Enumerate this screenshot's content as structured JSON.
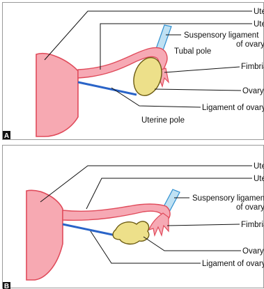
{
  "colors": {
    "uterus_fill": "#f7a9b2",
    "uterus_stroke": "#e04a5a",
    "tube_fill": "#f6a9b4",
    "ovary_fill": "#ede08a",
    "ovary_stroke": "#6b5a12",
    "ligament": "#2a64c8",
    "suspensory_fill": "#bfe1f3",
    "suspensory_stroke": "#2f8fd0",
    "line": "#111111",
    "marker_bg": "#111111",
    "marker_text": "#ffffff"
  },
  "panels": [
    {
      "marker": "A",
      "labels": {
        "uterus": "Uterus",
        "uterine_tube": "Uterine tube",
        "suspensory_line1": "Suspensory ligament",
        "suspensory_line2": "of ovary",
        "fimbria": "Fimbria",
        "ovary": "Ovary",
        "ligament": "Ligament of ovary",
        "tubal_pole": "Tubal pole",
        "uterine_pole": "Uterine pole"
      }
    },
    {
      "marker": "B",
      "labels": {
        "uterus": "Uterus",
        "uterine_tube": "Uterine tube",
        "suspensory_line1": "Suspensory ligament",
        "suspensory_line2": "of ovary",
        "fimbria": "Fimbria",
        "ovary": "Ovary",
        "ligament": "Ligament of ovary"
      }
    }
  ]
}
